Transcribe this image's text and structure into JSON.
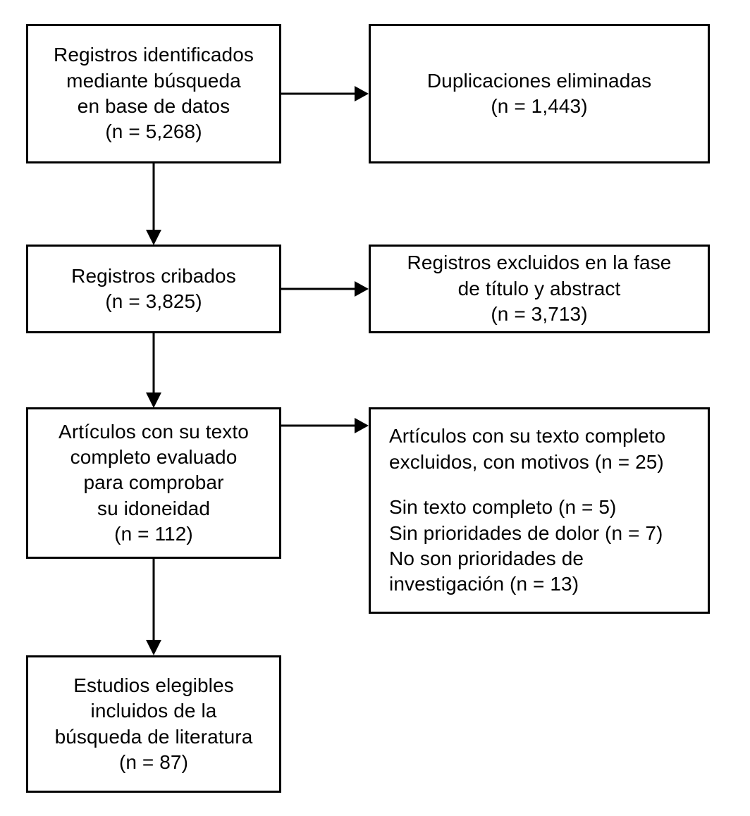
{
  "diagram": {
    "type": "prisma-flow-diagram",
    "language": "es",
    "stroke_color": "#000000",
    "background_color": "#ffffff",
    "boxes": {
      "identified": {
        "lines": [
          "Registros identificados",
          "mediante búsqueda",
          "en base de datos",
          "(n = 5,268)"
        ],
        "count": "5,268",
        "align": "center"
      },
      "duplicates": {
        "lines": [
          "Duplicaciones eliminadas",
          "(n = 1,443)"
        ],
        "count": "1,443",
        "align": "center"
      },
      "screened": {
        "lines": [
          "Registros cribados",
          "(n = 3,825)"
        ],
        "count": "3,825",
        "align": "center"
      },
      "excluded_title_abstract": {
        "lines": [
          "Registros excluidos en la fase",
          "de título y abstract",
          "(n = 3,713)"
        ],
        "count": "3,713",
        "align": "center"
      },
      "fulltext_assessed": {
        "lines": [
          "Artículos con su texto",
          "completo evaluado",
          "para comprobar",
          "su idoneidad",
          "(n = 112)"
        ],
        "count": "112",
        "align": "center"
      },
      "excluded_with_reasons": {
        "lines": [
          "Artículos con su texto completo",
          "excluidos, con motivos (n = 25)",
          "",
          "Sin texto completo (n = 5)",
          "Sin prioridades de dolor (n = 7)",
          "No son prioridades de",
          "investigación (n = 13)"
        ],
        "count": "25",
        "reasons": [
          {
            "label": "Sin texto completo",
            "count": "5"
          },
          {
            "label": "Sin prioridades de dolor",
            "count": "7"
          },
          {
            "label": "No son prioridades de investigación",
            "count": "13"
          }
        ],
        "align": "left"
      },
      "included": {
        "lines": [
          "Estudios elegibles",
          "incluidos de la",
          "búsqueda de literatura",
          "(n = 87)"
        ],
        "count": "87",
        "align": "center"
      }
    },
    "connectors": [
      {
        "name": "identified-to-duplicates",
        "direction": "right"
      },
      {
        "name": "identified-to-screened",
        "direction": "down"
      },
      {
        "name": "screened-to-excluded-title-abstract",
        "direction": "right"
      },
      {
        "name": "screened-to-fulltext",
        "direction": "down"
      },
      {
        "name": "fulltext-to-excluded-reasons",
        "direction": "right"
      },
      {
        "name": "fulltext-to-included",
        "direction": "down"
      }
    ]
  }
}
